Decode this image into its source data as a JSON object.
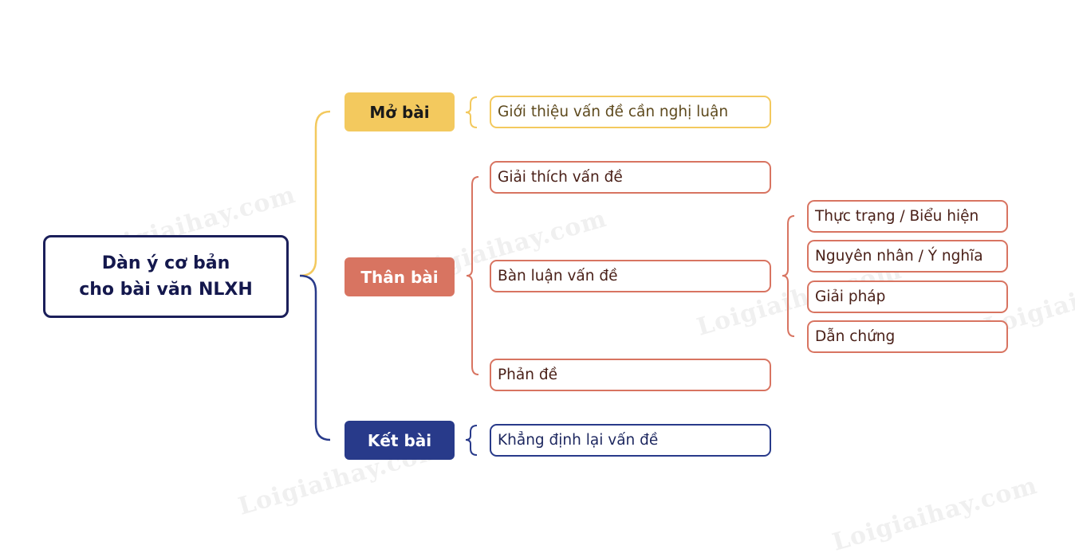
{
  "diagram": {
    "root": {
      "line1": "Dàn ý cơ bản",
      "line2": "cho bài văn NLXH"
    },
    "sections": [
      {
        "label": "Mở bài",
        "color": "#f3c95e",
        "items": [
          "Giới thiệu vấn đề cần nghị luận"
        ]
      },
      {
        "label": "Thân bài",
        "color": "#d87461",
        "items": [
          "Giải thích vấn đề",
          "Bàn luận vấn đề",
          "Phản đề"
        ],
        "sub_items_of": "Bàn luận vấn đề",
        "sub_items": [
          "Thực trạng / Biểu hiện",
          "Nguyên nhân / Ý nghĩa",
          "Giải pháp",
          "Dẫn chứng"
        ]
      },
      {
        "label": "Kết bài",
        "color": "#283a8a",
        "items": [
          "Khẳng định lại vấn đề"
        ]
      }
    ],
    "colors": {
      "root_border": "#1b1f5a",
      "yellow": "#f3c95e",
      "red": "#d87461",
      "blue": "#283a8a"
    }
  },
  "watermark": {
    "text": "Loigiaihay.com",
    "short": "Loigiai"
  }
}
